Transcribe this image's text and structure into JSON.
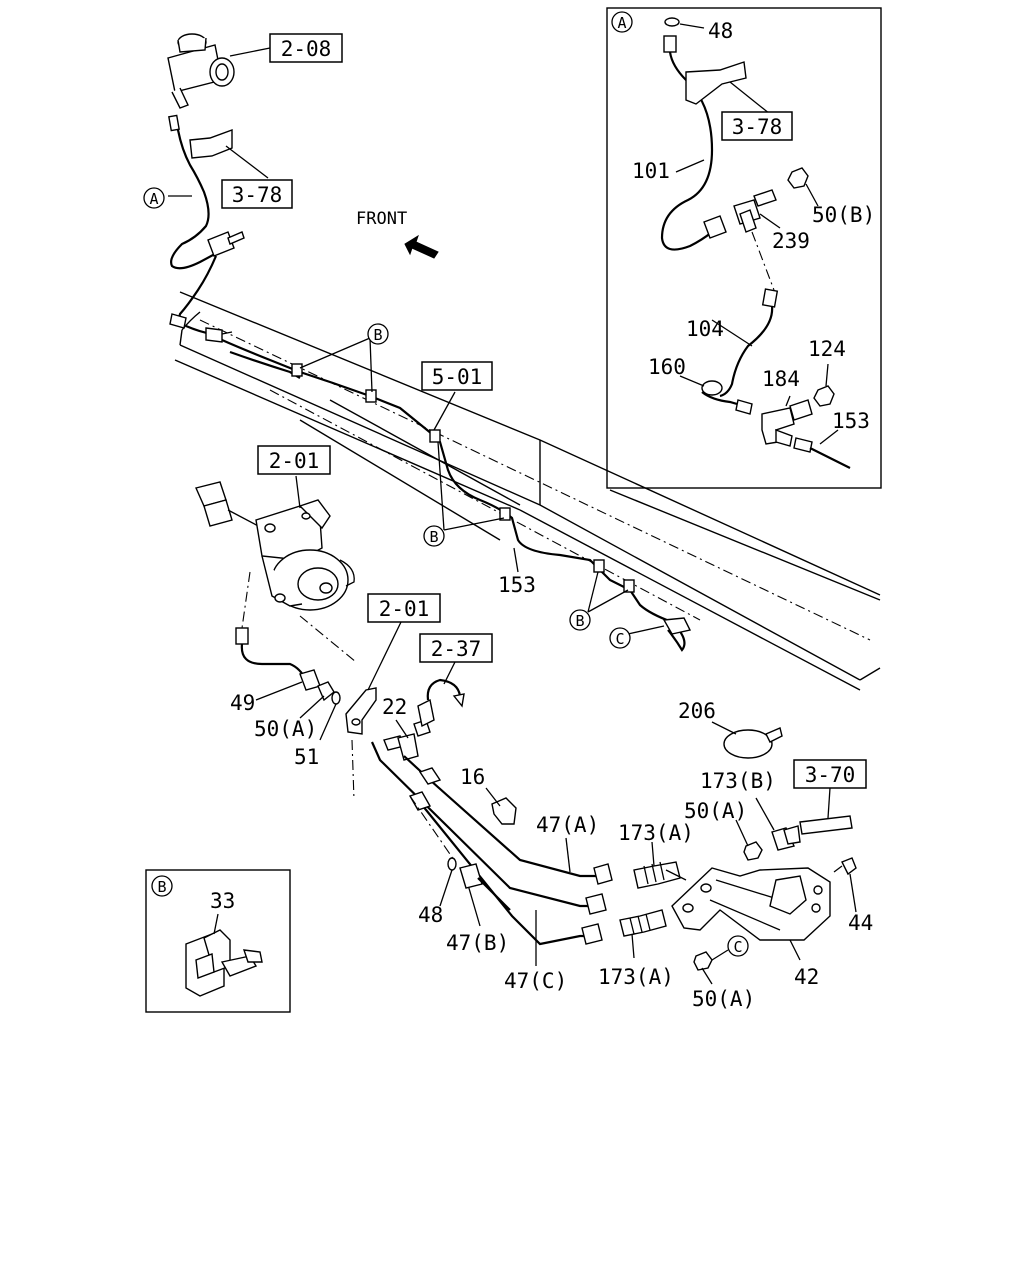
{
  "refs": {
    "r208": "2-08",
    "r378a": "3-78",
    "r378b": "3-78",
    "r501": "5-01",
    "r201a": "2-01",
    "r201b": "2-01",
    "r237": "2-37",
    "r370": "3-70"
  },
  "callouts": {
    "a_main": "A",
    "a_inset": "A",
    "b_inset": "B",
    "b1": "B",
    "b2": "B",
    "b3": "B",
    "c1": "C",
    "c2": "C"
  },
  "front_label": "FRONT",
  "parts": {
    "p48_inset": "48",
    "p101": "101",
    "p50b": "50(B)",
    "p239": "239",
    "p104": "104",
    "p160": "160",
    "p184": "184",
    "p124": "124",
    "p153_inset": "153",
    "p153": "153",
    "p49": "49",
    "p50a_1": "50(A)",
    "p51": "51",
    "p22": "22",
    "p206": "206",
    "p16": "16",
    "p47a": "47(A)",
    "p173a_1": "173(A)",
    "p173b": "173(B)",
    "p50a_2": "50(A)",
    "p44": "44",
    "p48": "48",
    "p47b": "47(B)",
    "p47c": "47(C)",
    "p173a_2": "173(A)",
    "p50a_3": "50(A)",
    "p42": "42",
    "p33": "33"
  }
}
